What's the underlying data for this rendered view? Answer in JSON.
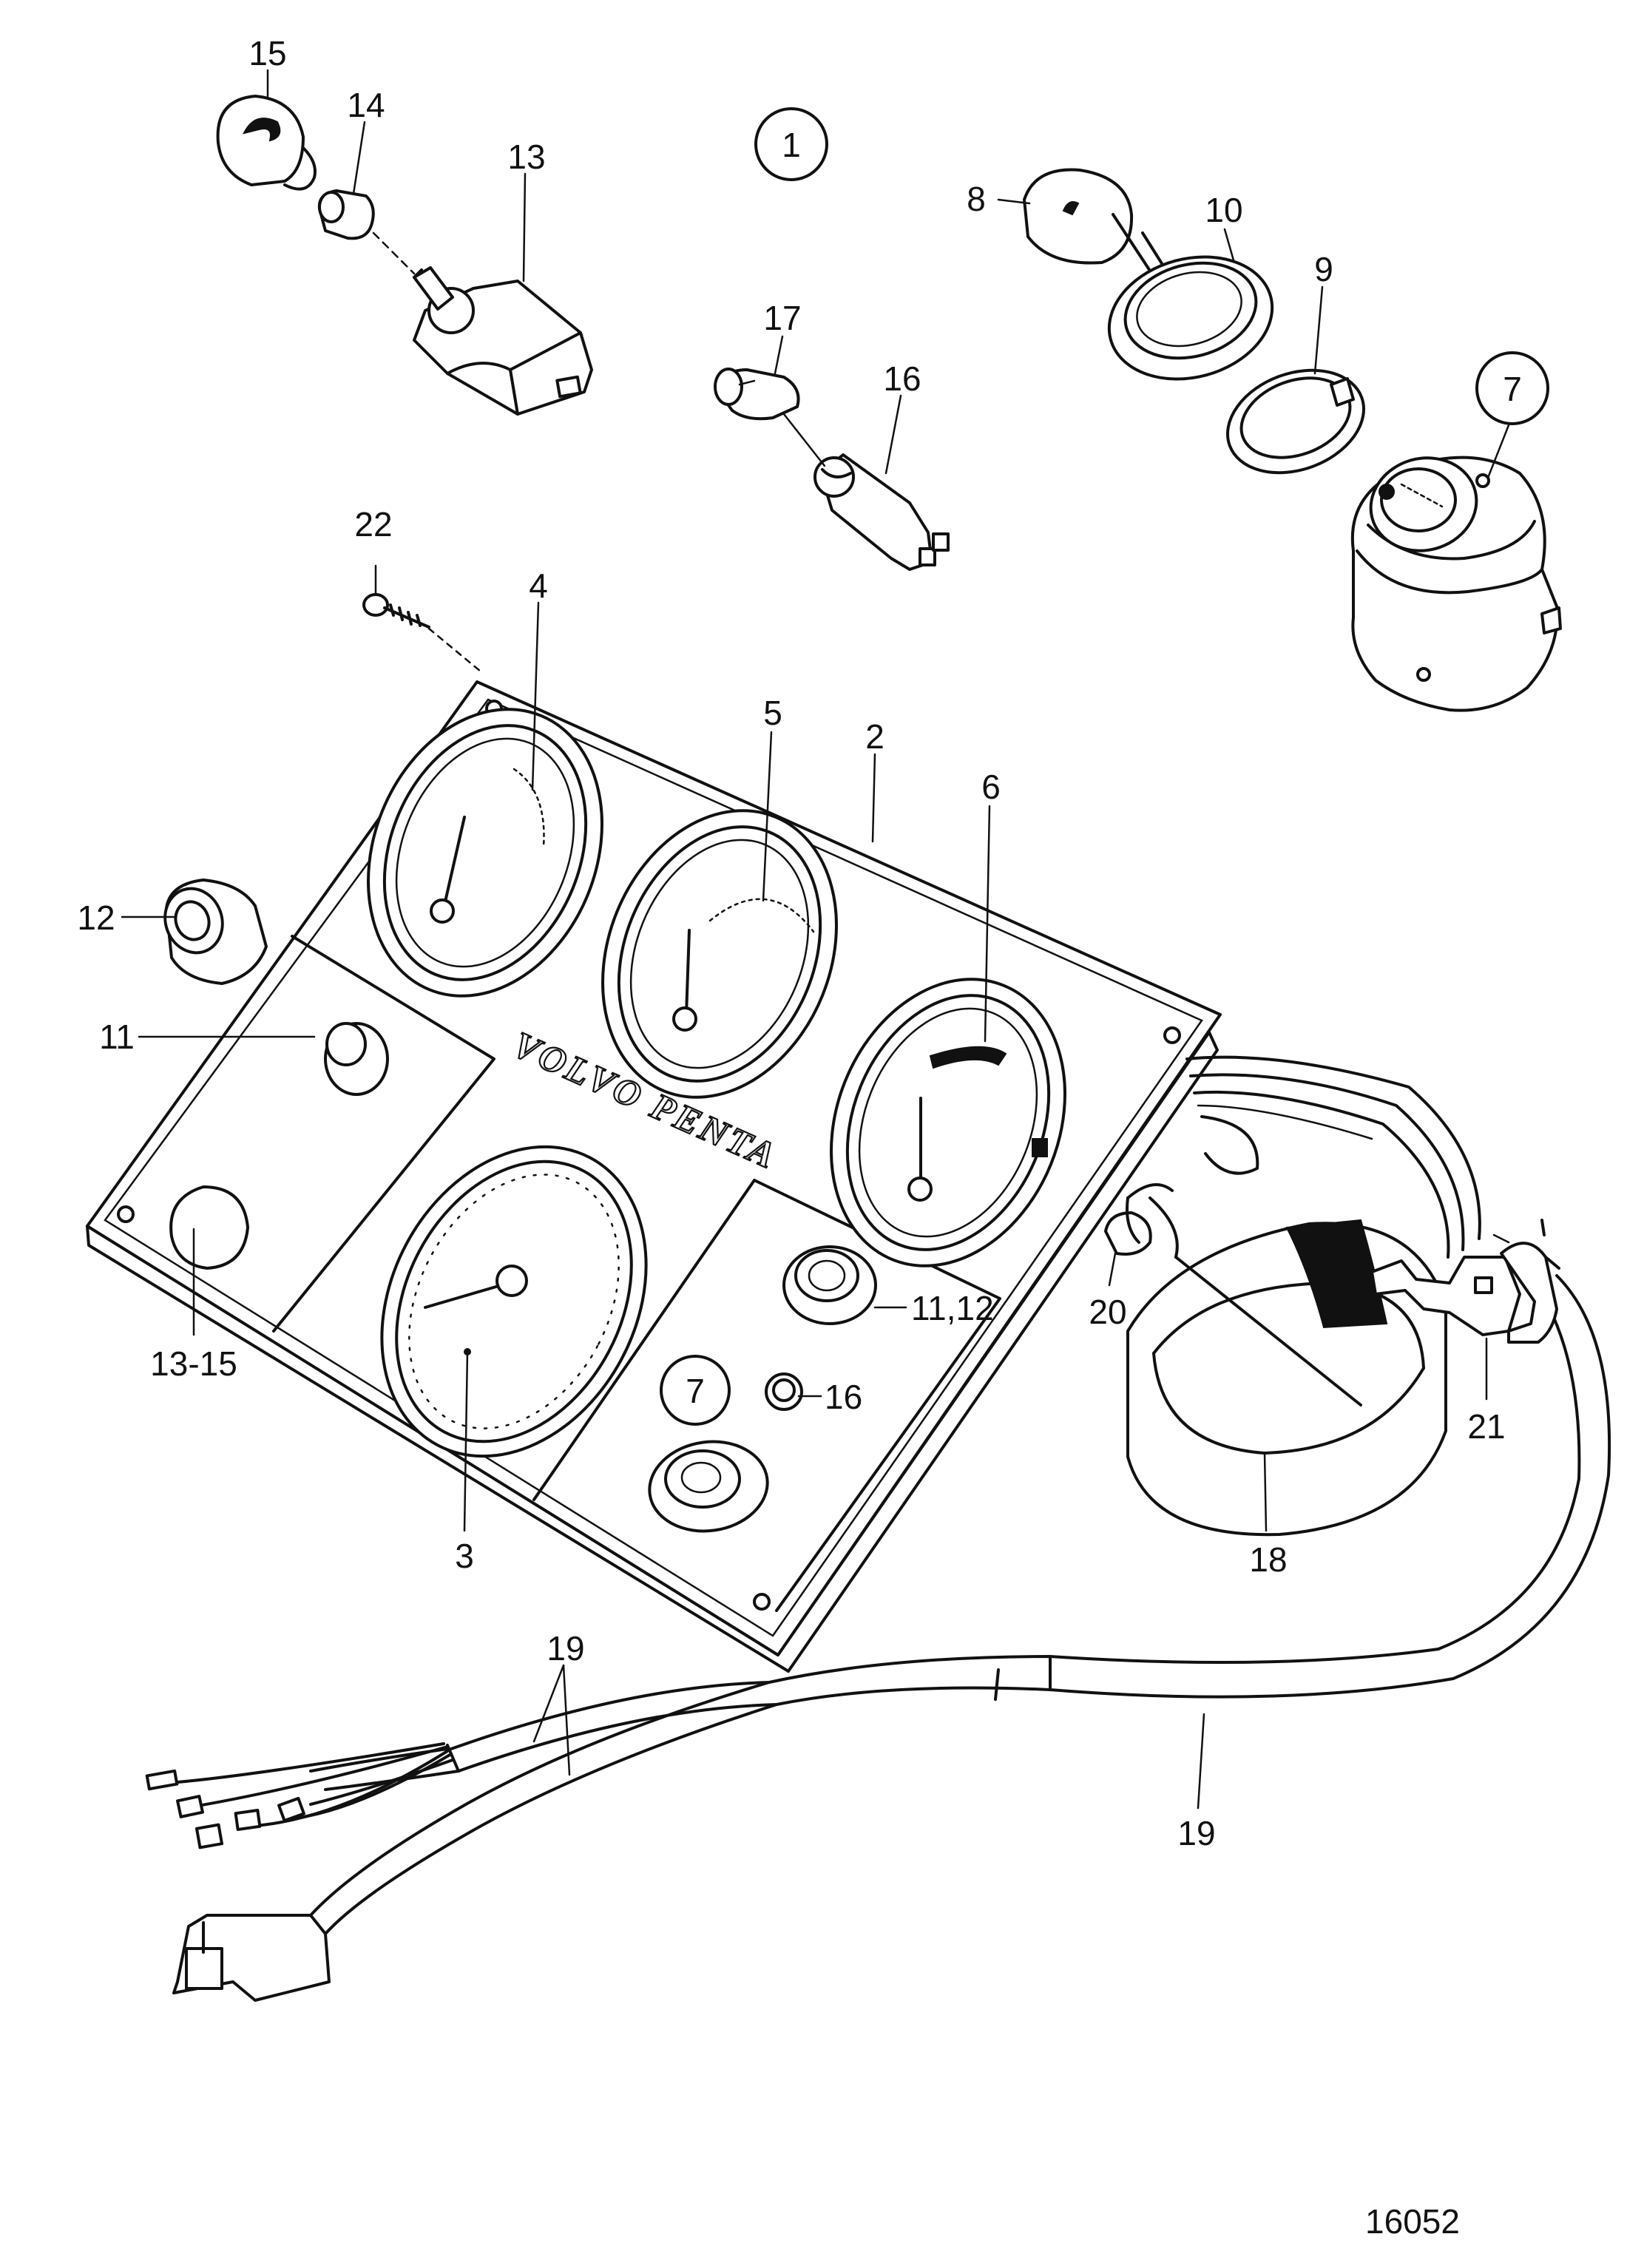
{
  "diagram": {
    "callouts": {
      "c1": "1",
      "c2": "2",
      "c3": "3",
      "c4": "4",
      "c5": "5",
      "c6": "6",
      "c7a": "7",
      "c7b": "7",
      "c8": "8",
      "c9": "9",
      "c10": "10",
      "c11": "11",
      "c11_12": "11,12",
      "c12": "12",
      "c13": "13",
      "c13_15": "13-15",
      "c14": "14",
      "c15": "15",
      "c16a": "16",
      "c16b": "16",
      "c17": "17",
      "c18": "18",
      "c19a": "19",
      "c19b": "19",
      "c20": "20",
      "c21": "21",
      "c22": "22"
    },
    "brand_text": "VOLVO PENTA",
    "figure_number": "16052"
  },
  "colors": {
    "ink": "#111111",
    "paper": "#ffffff"
  }
}
